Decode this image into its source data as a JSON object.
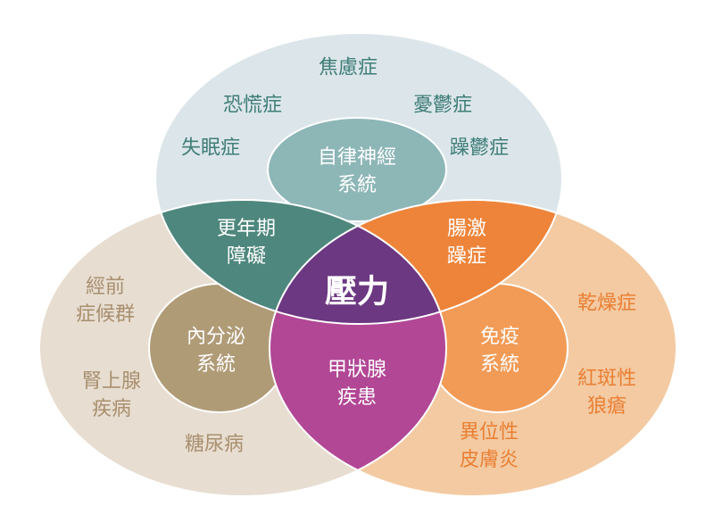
{
  "center": "壓力",
  "top_circle": {
    "items": [
      "焦慮症",
      "恐慌症",
      "憂鬱症",
      "失眠症",
      "躁鬱症"
    ],
    "inner": [
      "自律神經",
      "系統"
    ]
  },
  "left_circle": {
    "items": [
      [
        "經前",
        "症候群"
      ],
      [
        "腎上腺",
        "疾病"
      ],
      "糖尿病"
    ],
    "inner": [
      "內分泌",
      "系統"
    ]
  },
  "right_circle": {
    "items": [
      "乾燥症",
      [
        "紅斑性",
        "狼瘡"
      ],
      [
        "異位性",
        "皮膚炎"
      ]
    ],
    "inner": [
      "免疫",
      "系統"
    ]
  },
  "overlaps": {
    "top_left": [
      "更年期",
      "障礙"
    ],
    "top_right": [
      "腸激",
      "躁症"
    ],
    "left_right": [
      "甲狀腺",
      "疾患"
    ]
  },
  "colors": {
    "top": "#dce6ea",
    "left": "#e7ddd0",
    "right": "#f3caa2",
    "top_inner": "#8db6b7",
    "left_inner": "#b09b77",
    "right_inner": "#f29b56",
    "top_left": "#4e877d",
    "top_right": "#ee843a",
    "left_right": "#b24795",
    "center": "#6c3882"
  }
}
